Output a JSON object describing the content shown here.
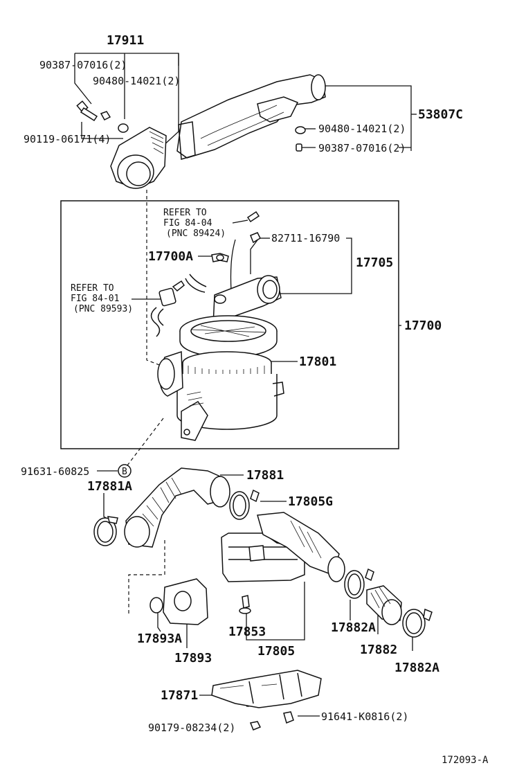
{
  "labels": {
    "p17911": "17911",
    "p90387_07016_top": "90387-07016(2)",
    "p90480_14021_top": "90480-14021(2)",
    "p90119_06171": "90119-06171(4)",
    "p53807c": "53807C",
    "p90480_14021_right": "90480-14021(2)",
    "p90387_07016_right": "90387-07016(2)",
    "refer1_line1": "REFER TO",
    "refer1_line2": "FIG 84-04",
    "refer1_line3": "(PNC 89424)",
    "p82711_16790": "82711-16790",
    "p17700a": "17700A",
    "p17705": "17705",
    "refer2_line1": "REFER TO",
    "refer2_line2": "FIG 84-01",
    "refer2_line3": "(PNC 89593)",
    "p17700": "17700",
    "p17801": "17801",
    "p91631_60825": "91631-60825",
    "callout_b": "B",
    "p17881": "17881",
    "p17881a": "17881A",
    "p17805g": "17805G",
    "p17853": "17853",
    "p17882a_mid": "17882A",
    "p17893a": "17893A",
    "p17893": "17893",
    "p17805": "17805",
    "p17882": "17882",
    "p17882a_right": "17882A",
    "p17871": "17871",
    "p91641_k0816": "91641-K0816(2)",
    "p90179_08234": "90179-08234(2)",
    "figure_id": "172093-A"
  }
}
